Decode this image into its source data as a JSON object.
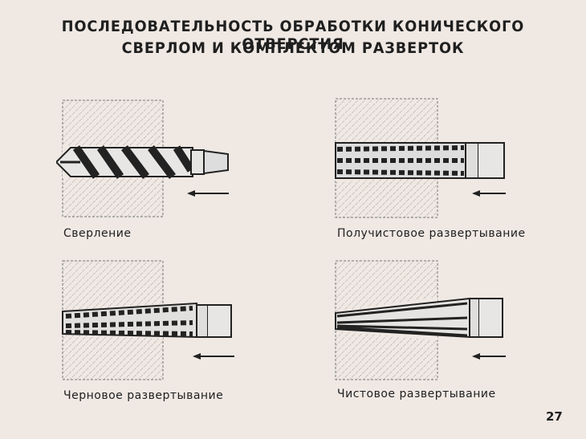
{
  "title": {
    "line1": "ПОСЛЕДОВАТЕЛЬНОСТЬ ОБРАБОТКИ КОНИЧЕСКОГО ОТВЕРСТИЯ",
    "line2": "СВЕРЛОМ И КОМПЛЕКТОМ РАЗВЕРТОК"
  },
  "panels": [
    {
      "caption": "Сверление",
      "tool_icon": "twist-drill-icon"
    },
    {
      "caption": "Получистовое развертывание",
      "tool_icon": "semi-finish-reamer-icon"
    },
    {
      "caption": "Черновое развертывание",
      "tool_icon": "rough-reamer-icon"
    },
    {
      "caption": "Чистовое развертывание",
      "tool_icon": "finish-reamer-icon"
    }
  ],
  "page_number": "27",
  "colors": {
    "background": "#efe8e3",
    "ink": "#1f1f1f",
    "hatch": "#9a9290"
  }
}
